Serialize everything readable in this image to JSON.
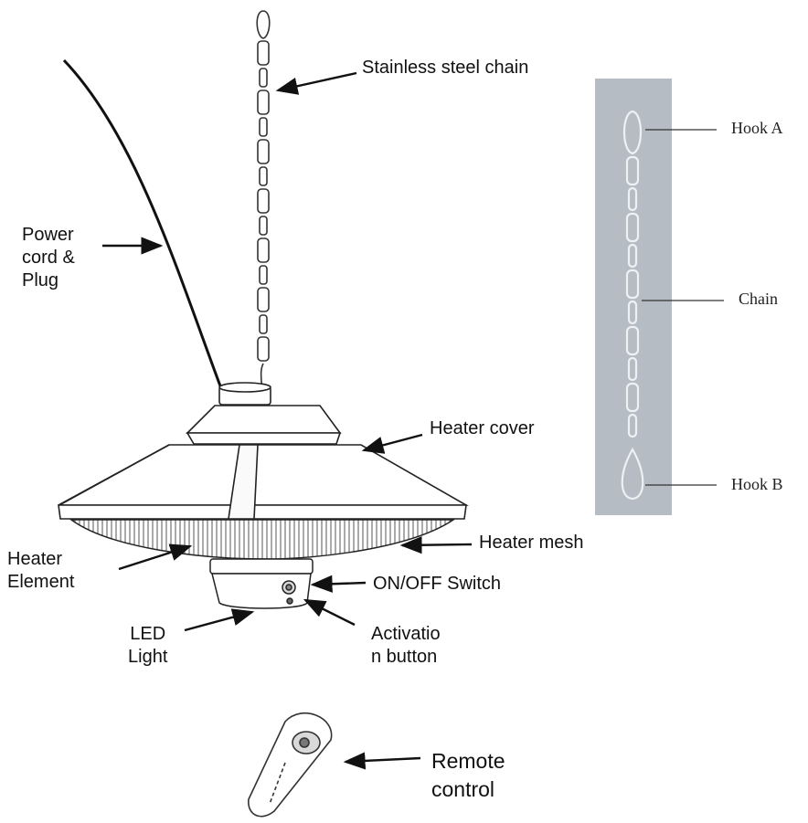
{
  "diagram_labels": {
    "chain": "Stainless steel chain",
    "power_cord": [
      "Power",
      "cord &",
      "Plug"
    ],
    "heater_cover": "Heater cover",
    "heater_mesh": "Heater mesh",
    "heater_element": [
      "Heater",
      "Element"
    ],
    "on_off_switch": "ON/OFF Switch",
    "led_light": [
      "LED",
      "Light"
    ],
    "activation_button": [
      "Activatio",
      "n button"
    ],
    "remote_control": [
      "Remote",
      "control"
    ]
  },
  "kit_labels": {
    "hook_a": "Hook A",
    "chain": "Chain",
    "hook_b": "Hook B"
  },
  "colors": {
    "background": "#ffffff",
    "line": "#222222",
    "photo_background": "#b5bcc4"
  }
}
